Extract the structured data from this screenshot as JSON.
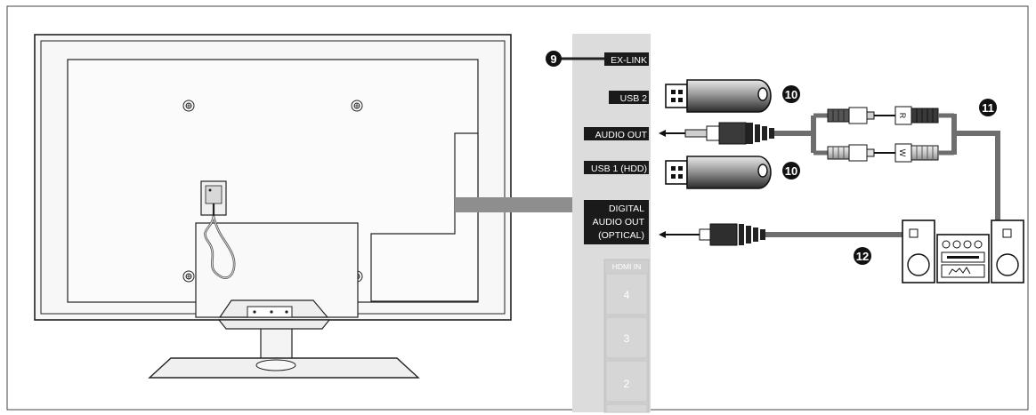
{
  "ports": {
    "ex_link": "EX-LINK",
    "usb2": "USB 2",
    "audio_out": "AUDIO OUT",
    "usb1": "USB 1 (HDD)",
    "digital_line1": "DIGITAL",
    "digital_line2": "AUDIO OUT",
    "digital_line3": "(OPTICAL)"
  },
  "hdmi": {
    "title": "HDMI IN",
    "slots": [
      "4",
      "3",
      "2"
    ]
  },
  "plugs": {
    "red": "R",
    "white": "W"
  },
  "callouts": {
    "ex_link": "9",
    "usb2": "10",
    "usb1": "10",
    "audio": "11",
    "optical": "12"
  },
  "colors": {
    "panel": "#dcdcdc",
    "label_bg": "#1a1a1a",
    "cable": "#6e6e6e",
    "outline": "#222222"
  }
}
